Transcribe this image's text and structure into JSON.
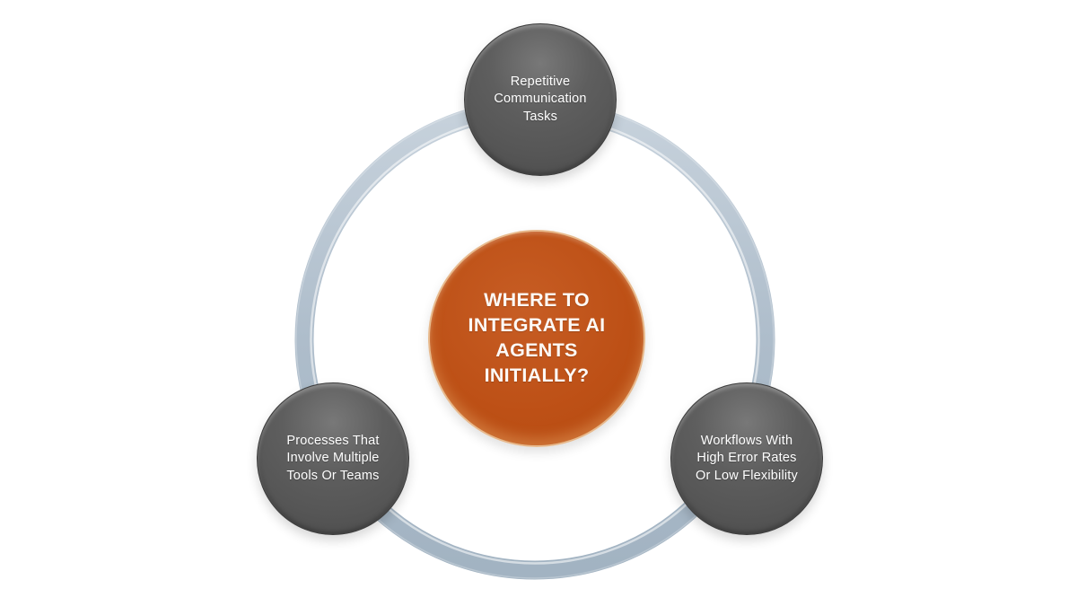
{
  "diagram": {
    "type": "cycle",
    "background_color": "#ffffff",
    "ring": {
      "color": "#aebdcb",
      "highlight_color": "#dde6ed",
      "shadow_color": "#a2b3c2"
    },
    "center_node": {
      "label": "WHERE TO\nINTEGRATE AI\nAGENTS\nINITIALLY?",
      "fill_color": "#bd5016",
      "rim_color": "#eecda2",
      "text_color": "#ffffff"
    },
    "satellite_nodes": [
      {
        "position": "top",
        "label": "Repetitive\nCommunication\nTasks"
      },
      {
        "position": "bottom-left",
        "label": "Processes That\nInvolve Multiple\nTools Or Teams"
      },
      {
        "position": "bottom-right",
        "label": "Workflows With\nHigh Error Rates\nOr Low Flexibility"
      }
    ],
    "satellite_fill_color": "#585858",
    "satellite_text_color": "#ffffff"
  }
}
